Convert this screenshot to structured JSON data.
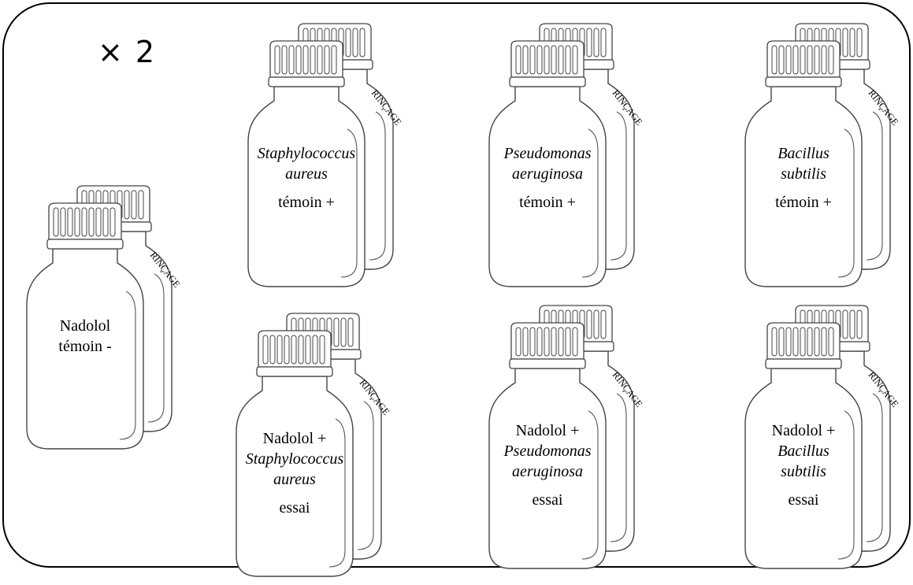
{
  "multiplier": "× 2",
  "rinse_label": "RINÇAGE",
  "bottles": [
    {
      "id": "negative-control",
      "lines": [
        {
          "text": "Nadolol",
          "italic": false
        },
        {
          "text": "témoin -",
          "italic": false
        }
      ]
    },
    {
      "id": "staph-positive",
      "lines": [
        {
          "text": "Staphylococcus",
          "italic": true
        },
        {
          "text": "aureus",
          "italic": true
        },
        {
          "text": "témoin +",
          "italic": false,
          "gap": true
        }
      ]
    },
    {
      "id": "pseudo-positive",
      "lines": [
        {
          "text": "Pseudomonas",
          "italic": true
        },
        {
          "text": "aeruginosa",
          "italic": true
        },
        {
          "text": "témoin +",
          "italic": false,
          "gap": true
        }
      ]
    },
    {
      "id": "bacillus-positive",
      "lines": [
        {
          "text": "Bacillus",
          "italic": true
        },
        {
          "text": "subtilis",
          "italic": true
        },
        {
          "text": "témoin +",
          "italic": false,
          "gap": true
        }
      ]
    },
    {
      "id": "staph-test",
      "lines": [
        {
          "text": "Nadolol +",
          "italic": false
        },
        {
          "text": "Staphylococcus",
          "italic": true
        },
        {
          "text": "aureus",
          "italic": true
        },
        {
          "text": "essai",
          "italic": false,
          "gap": true
        }
      ]
    },
    {
      "id": "pseudo-test",
      "lines": [
        {
          "text": "Nadolol +",
          "italic": false
        },
        {
          "text": "Pseudomonas",
          "italic": true
        },
        {
          "text": "aeruginosa",
          "italic": true
        },
        {
          "text": "essai",
          "italic": false,
          "gap": true
        }
      ]
    },
    {
      "id": "bacillus-test",
      "lines": [
        {
          "text": "Nadolol +",
          "italic": false
        },
        {
          "text": "Bacillus",
          "italic": true
        },
        {
          "text": "subtilis",
          "italic": true
        },
        {
          "text": "essai",
          "italic": false,
          "gap": true
        }
      ]
    }
  ]
}
